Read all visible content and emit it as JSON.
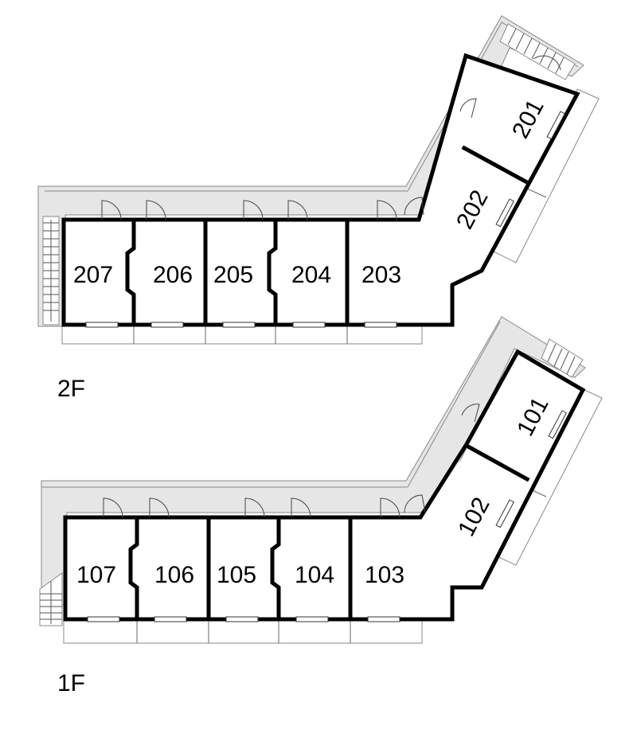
{
  "floors": [
    {
      "label": "2F",
      "units": [
        "207",
        "206",
        "205",
        "204",
        "203",
        "202",
        "201"
      ]
    },
    {
      "label": "1F",
      "units": [
        "107",
        "106",
        "105",
        "104",
        "103",
        "102",
        "101"
      ]
    }
  ]
}
